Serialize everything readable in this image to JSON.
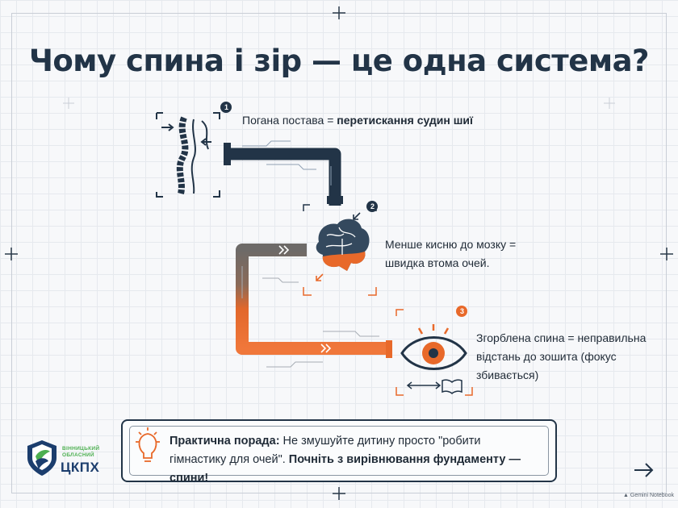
{
  "title": "Чому спина і зір — це одна система?",
  "steps": [
    {
      "number": "1",
      "text_plain": "Погана постава = ",
      "text_bold": "перетискання судин шиї"
    },
    {
      "number": "2",
      "text_plain": "Менше кисню до мозку = швидка втома очей."
    },
    {
      "number": "3",
      "text_plain": "Згорблена спина = неправильна відстань до зошита (фокус збивається)"
    }
  ],
  "tip": {
    "label": "Практична порада:",
    "text": " Не змушуйте дитину просто \"робити гімнастику для очей\". ",
    "bold_text": "Почніть з вирівнювання фундаменту — спини!"
  },
  "logo": {
    "line1": "ВІННИЦЬКИЙ",
    "line2": "ОБЛАСНИЙ",
    "abbr": "ЦКПХ"
  },
  "badge": "Gemini Notebook",
  "colors": {
    "navy": "#223447",
    "orange": "#e8692a",
    "gray": "#6f6e6d"
  }
}
